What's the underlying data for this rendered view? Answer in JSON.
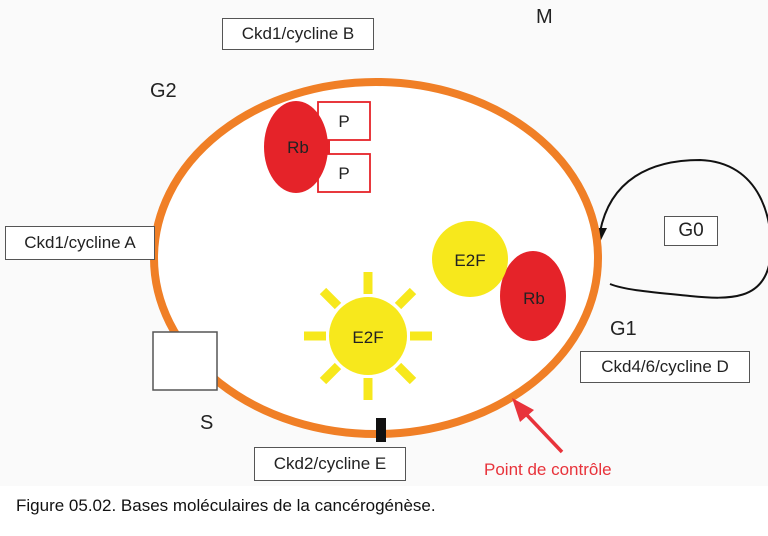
{
  "phases": {
    "m": "M",
    "g2": "G2",
    "g1": "G1",
    "g0": "G0",
    "s": "S"
  },
  "complexes": {
    "ckd1_cycline_b": "Ckd1/cycline B",
    "ckd1_cycline_a": "Ckd1/cycline A",
    "ckd2_cycline_e": "Ckd2/cycline E",
    "ckd4_6_cycline_d": "Ckd4/6/cycline D"
  },
  "molecules": {
    "rb_top": "Rb",
    "phosphate_1": "P",
    "phosphate_2": "P",
    "e2f_bound": "E2F",
    "rb_bound": "Rb",
    "e2f_free": "E2F"
  },
  "checkpoint_label": "Point de contrôle",
  "caption": "Figure 05.02. Bases moléculaires de la cancérogénèse.",
  "colors": {
    "cycle_ring": "#f07f26",
    "rb": "#e52329",
    "e2f": "#f7e81c",
    "checkpoint_arrow": "#e8333b"
  }
}
